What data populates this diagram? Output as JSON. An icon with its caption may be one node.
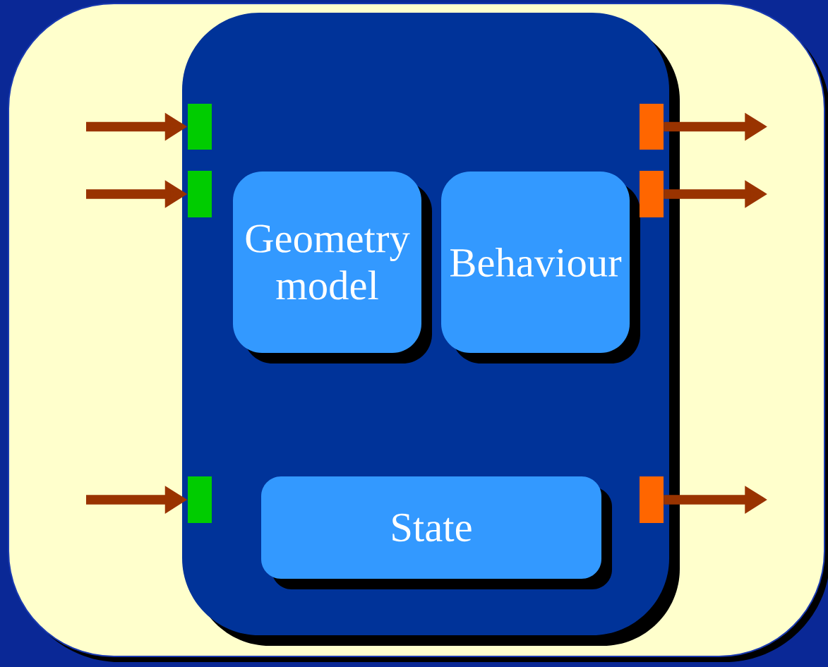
{
  "diagram": {
    "nodes": [
      {
        "text": [],
        "shape": "box"
      },
      {
        "text": [],
        "shape": "box",
        "in": 0
      },
      {
        "text": [
          "Geometry model"
        ],
        "in": 1
      },
      {
        "text": [
          "Behaviour"
        ],
        "in": 1
      },
      {
        "text": [
          "State"
        ],
        "in": 1
      },
      {
        "text": [],
        "shape": "box",
        "in": 1
      },
      {
        "text": [],
        "shape": "box",
        "in": 1
      },
      {
        "text": [],
        "shape": "box",
        "in": 1
      },
      {
        "text": [],
        "shape": "box",
        "in": 1
      },
      {
        "text": [],
        "shape": "box",
        "in": 1
      },
      {
        "text": [],
        "shape": "box",
        "in": 1
      }
    ],
    "edges": [
      {
        "from": null,
        "to": 5,
        "arrow": "to"
      },
      {
        "from": null,
        "to": 6,
        "arrow": "to"
      },
      {
        "from": null,
        "to": 7,
        "arrow": "to"
      },
      {
        "from": 8,
        "to": null,
        "arrow": "to"
      },
      {
        "from": 9,
        "to": null,
        "arrow": "to"
      },
      {
        "from": 10,
        "to": null,
        "arrow": "to"
      }
    ]
  }
}
